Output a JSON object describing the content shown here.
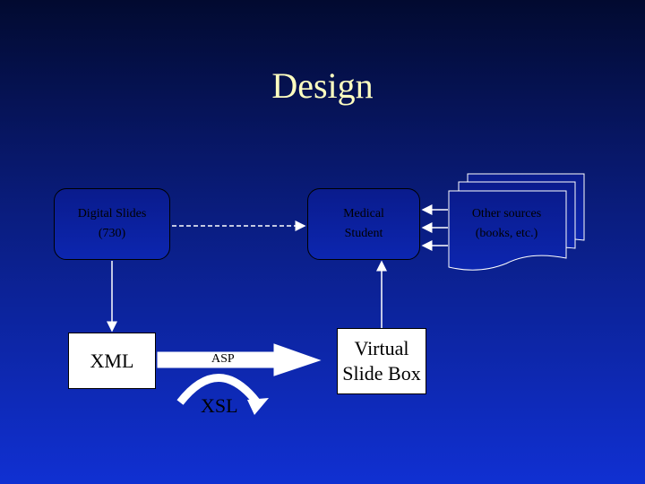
{
  "slide": {
    "title": "Design"
  },
  "nodes": {
    "digital_slides": [
      "Digital Slides",
      "(730)"
    ],
    "medical_student": [
      "Medical",
      "Student"
    ],
    "other_sources": [
      "Other sources",
      "(books, etc.)"
    ],
    "xml": "XML",
    "virtual_slide_box": [
      "Virtual",
      "Slide Box"
    ]
  },
  "labels": {
    "asp": "ASP",
    "xsl": "XSL"
  },
  "colors": {
    "title": "#ffffc0",
    "background_top": "#020a30",
    "background_bottom": "#1030d2"
  }
}
